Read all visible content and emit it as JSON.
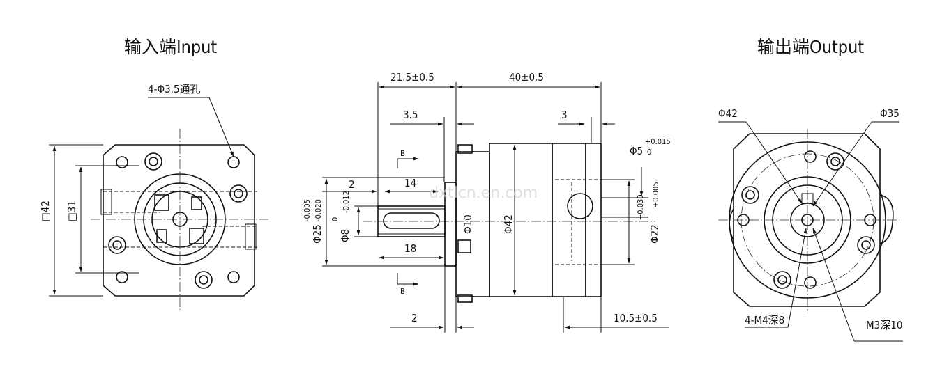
{
  "titles": {
    "input": "输入端Input",
    "output": "输出端Output"
  },
  "input_view": {
    "hole_note": "4-Φ3.5通孔",
    "outer_square": "□42",
    "inner_square": "□31"
  },
  "side_view": {
    "dim_input_length": "21.5±0.5",
    "dim_body_length": "40±0.5",
    "dim_shoulder": "3.5",
    "dim_flange": "3",
    "dim_key_offset": "2",
    "dim_key_length": "14",
    "dim_shaft_length": "18",
    "dim_bottom_gap": "2",
    "dim_output_length": "10.5±0.5",
    "dia_bore": "Φ5",
    "dia_bore_tol_upper": "+0.015",
    "dia_bore_tol_lower": "0",
    "dia_pilot": "Φ25",
    "dia_pilot_tol_upper": "-0.005",
    "dia_pilot_tol_lower": "-0.020",
    "dia_shaft": "Φ8",
    "dia_shaft_tol_upper": "0",
    "dia_shaft_tol_lower": "-0.012",
    "dia_hub": "Φ10",
    "dia_body": "Φ42",
    "dia_output_pilot": "Φ22",
    "dia_output_tol_upper": "+0.030",
    "dia_output_tol_lower": "+0.005",
    "section_mark": "B"
  },
  "output_view": {
    "dia_outer": "Φ42",
    "dia_inner": "Φ35",
    "thread_note_1": "4-M4深8",
    "thread_note_2": "M3深10"
  },
  "watermark": "dxtlcn.en.com"
}
